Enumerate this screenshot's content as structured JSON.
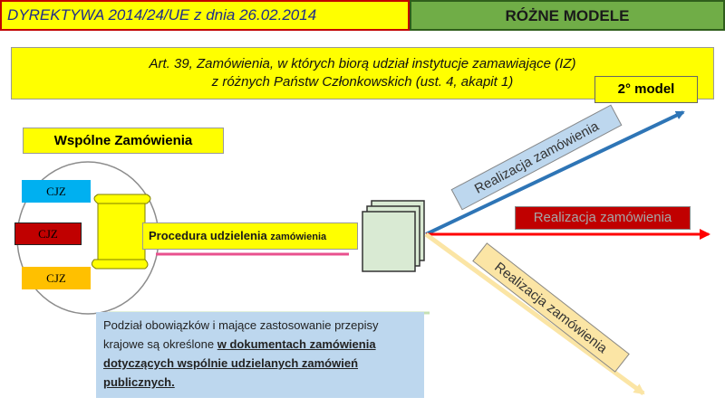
{
  "header": {
    "directive": "DYREKTYWA 2014/24/UE z dnia 26.02.2014",
    "section": "RÓŻNE MODELE"
  },
  "article": {
    "line1": "Art. 39, Zamówienia, w których biorą udział instytucje zamawiające (IZ)",
    "line2": "z różnych Państw Członkowskich (ust. 4, akapit 1)"
  },
  "model_label": "2° model",
  "joint_procurement": "Wspólne Zamówienia",
  "cjz_boxes": [
    "CJZ",
    "CJZ",
    "CJZ"
  ],
  "procedure": {
    "main": "Procedura udzielenia ",
    "small": "zamówienia"
  },
  "note": {
    "plain": "Podział obowiązków i mające zastosowanie przepisy krajowe są określone ",
    "bold": "w dokumentach zamówienia dotyczących wspólnie udzielanych zamówień publicznych."
  },
  "arrows": {
    "up": "Realizacja zamówienia",
    "straight": "Realizacja zamówienia",
    "down": "Realizacja zamówienia"
  },
  "colors": {
    "yellow": "#ffff00",
    "green": "#70ad47",
    "blue_arrow": "#2e75b6",
    "red_arrow": "#ff0000",
    "peach_arrow": "#fbe5a5",
    "cjz_blue": "#00b0f0",
    "cjz_red": "#c00000",
    "cjz_orange": "#ffc000"
  }
}
